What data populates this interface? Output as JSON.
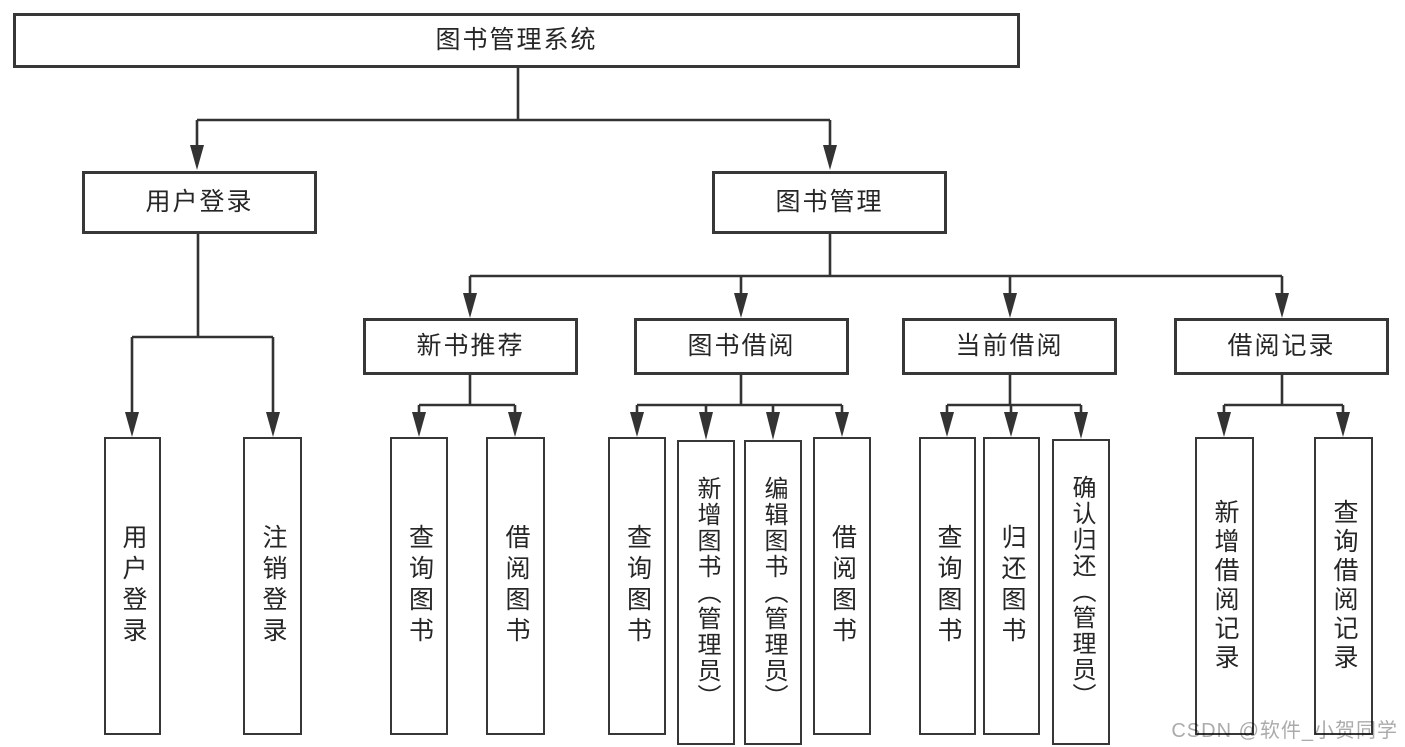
{
  "diagram": {
    "root_label": "图书管理系统",
    "level2": [
      "用户登录",
      "图书管理"
    ],
    "level3": [
      "新书推荐",
      "图书借阅",
      "当前借阅",
      "借阅记录"
    ],
    "leaves": {
      "user_login": [
        "用户登录",
        "注销登录"
      ],
      "new_book_rec": [
        "查询图书",
        "借阅图书"
      ],
      "book_borrow": [
        "查询图书",
        "新增图书（管理员）",
        "编辑图书（管理员）",
        "借阅图书"
      ],
      "current_borrow": [
        "查询图书",
        "归还图书",
        "确认归还（管理员）"
      ],
      "borrow_records": [
        "新增借阅记录",
        "查询借阅记录"
      ]
    }
  },
  "watermark": "CSDN @软件_小贺同学",
  "colors": {
    "line": "#333333",
    "border": "#373737",
    "text": "#262626",
    "background": "#ffffff",
    "watermark": "#ababab"
  }
}
